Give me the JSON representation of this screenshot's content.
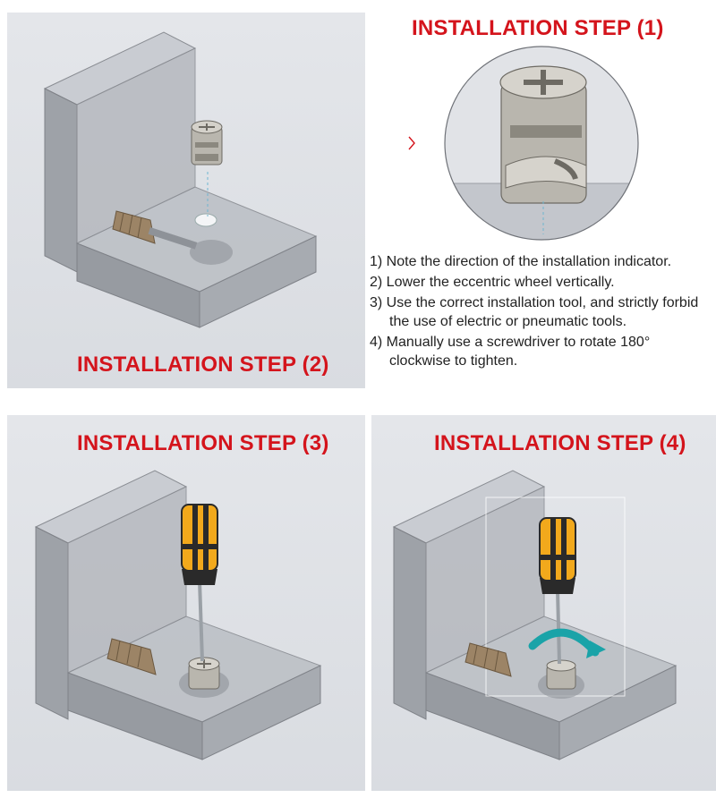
{
  "steps": {
    "step1_title": "INSTALLATION STEP (1)",
    "step2_title": "INSTALLATION STEP (2)",
    "step3_title": "INSTALLATION STEP (3)",
    "step4_title": "INSTALLATION STEP (4)"
  },
  "instructions": [
    "1) Note the direction of the installation indicator.",
    "2) Lower the eccentric wheel vertically.",
    "3) Use the correct installation tool, and strictly forbid the use of electric or pneumatic tools.",
    "4) Manually use a screwdriver to rotate 180° clockwise to tighten."
  ],
  "colors": {
    "title_red": "#d4141c",
    "panel_bg": "#dfe1e5",
    "screwdriver_handle": "#f2a91c",
    "rotation_arrow": "#1aa3a8",
    "cam_metal": "#b9b6ae",
    "dowel_wood": "#9c8466"
  },
  "icons": {
    "indicator": "chevron-right-icon",
    "rotation": "clockwise-arrow-icon"
  }
}
